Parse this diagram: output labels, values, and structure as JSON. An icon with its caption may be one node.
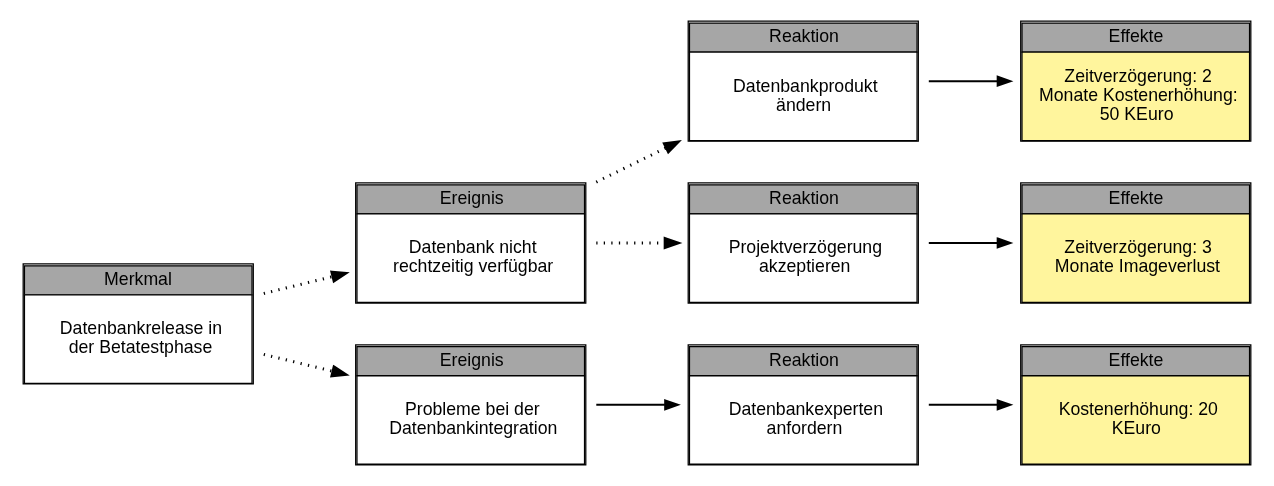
{
  "diagram": {
    "nodes": [
      {
        "text": [
          "Merkmal",
          "Datenbankrelease in der Betatestphase"
        ]
      },
      {
        "text": [
          "Ereignis",
          "Datenbank nicht rechtzeitig verfügbar"
        ]
      },
      {
        "text": [
          "Ereignis",
          "Probleme bei der Datenbankintegration"
        ]
      },
      {
        "text": [
          "Reaktion",
          "Datenbankprodukt ändern"
        ]
      },
      {
        "text": [
          "Effekte",
          "Zeitverzögerung: 2 Monate Kostenerhöhung: 50 KEuro"
        ]
      },
      {
        "text": [
          "Reaktion",
          "Projektverzögerung akzeptieren"
        ]
      },
      {
        "text": [
          "Effekte",
          "Zeitverzögerung: 3 Monate Imageverlust"
        ]
      },
      {
        "text": [
          "Reaktion",
          "Datenbankexperten anfordern"
        ]
      },
      {
        "text": [
          "Effekte",
          "Kostenerhöhung: 20 KEuro"
        ]
      }
    ],
    "edges": [
      {
        "from": 0,
        "to": 1,
        "arrow": "to",
        "style": "dashed"
      },
      {
        "from": 0,
        "to": 2,
        "arrow": "to",
        "style": "dashed"
      },
      {
        "from": 1,
        "to": 3,
        "arrow": "to",
        "style": "dashed"
      },
      {
        "from": 1,
        "to": 5,
        "arrow": "to",
        "style": "dashed"
      },
      {
        "from": 3,
        "to": 4,
        "arrow": "to"
      },
      {
        "from": 5,
        "to": 6,
        "arrow": "to"
      },
      {
        "from": 2,
        "to": 7,
        "arrow": "to"
      },
      {
        "from": 7,
        "to": 8,
        "arrow": "to"
      }
    ]
  }
}
